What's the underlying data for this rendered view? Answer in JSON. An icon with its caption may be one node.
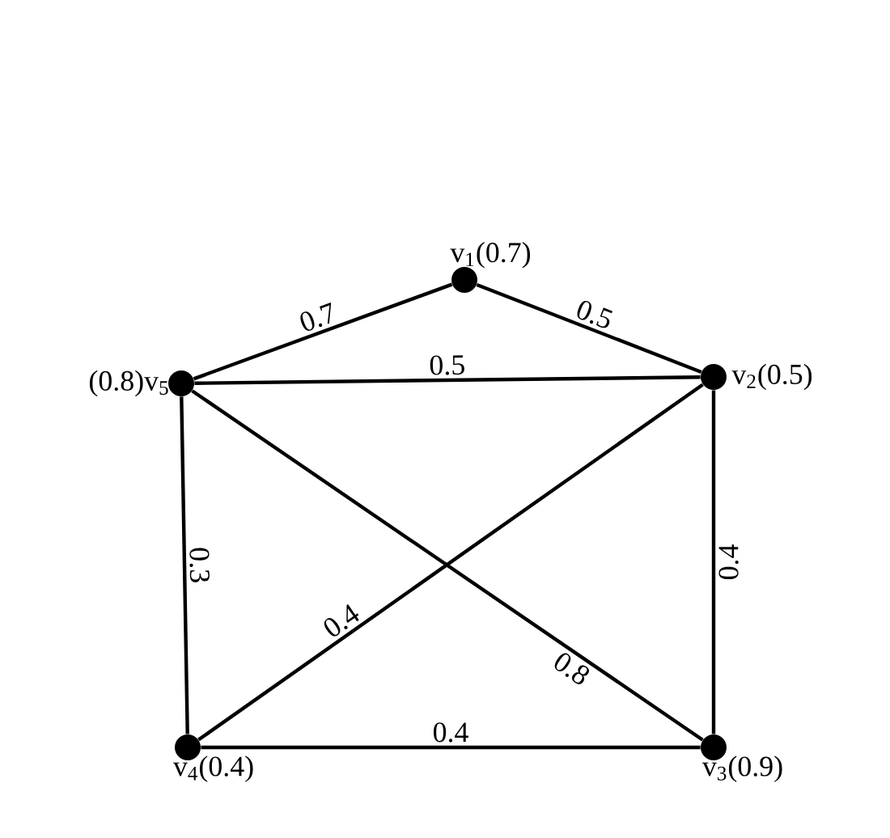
{
  "diagram": {
    "nodes": [
      {
        "text": [],
        "shape": "circle",
        "beside": [
          "v$_{1}$(0.7)"
        ]
      },
      {
        "text": [],
        "shape": "circle",
        "beside": [
          "v$_{2}$(0.5)"
        ]
      },
      {
        "text": [],
        "shape": "circle",
        "beside": [
          "v$_{3}$(0.9)"
        ]
      },
      {
        "text": [],
        "shape": "circle",
        "beside": [
          "v$_{4}$(0.4)"
        ]
      },
      {
        "text": [],
        "shape": "circle",
        "beside": [
          "(0.8)v$_{5}$"
        ]
      }
    ],
    "edges": [
      {
        "from": 4,
        "to": 0,
        "arrow": "none",
        "label": "0.7"
      },
      {
        "from": 0,
        "to": 1,
        "arrow": "none",
        "label": "0.5"
      },
      {
        "from": 4,
        "to": 1,
        "arrow": "none",
        "label": "0.5"
      },
      {
        "from": 4,
        "to": 3,
        "arrow": "none",
        "label": "0.3"
      },
      {
        "from": 3,
        "to": 1,
        "arrow": "none",
        "label": "0.4"
      },
      {
        "from": 4,
        "to": 2,
        "arrow": "none",
        "label": "0.8"
      },
      {
        "from": 1,
        "to": 2,
        "arrow": "none",
        "label": "0.4"
      },
      {
        "from": 3,
        "to": 2,
        "arrow": "none",
        "label": "0.4"
      }
    ]
  }
}
